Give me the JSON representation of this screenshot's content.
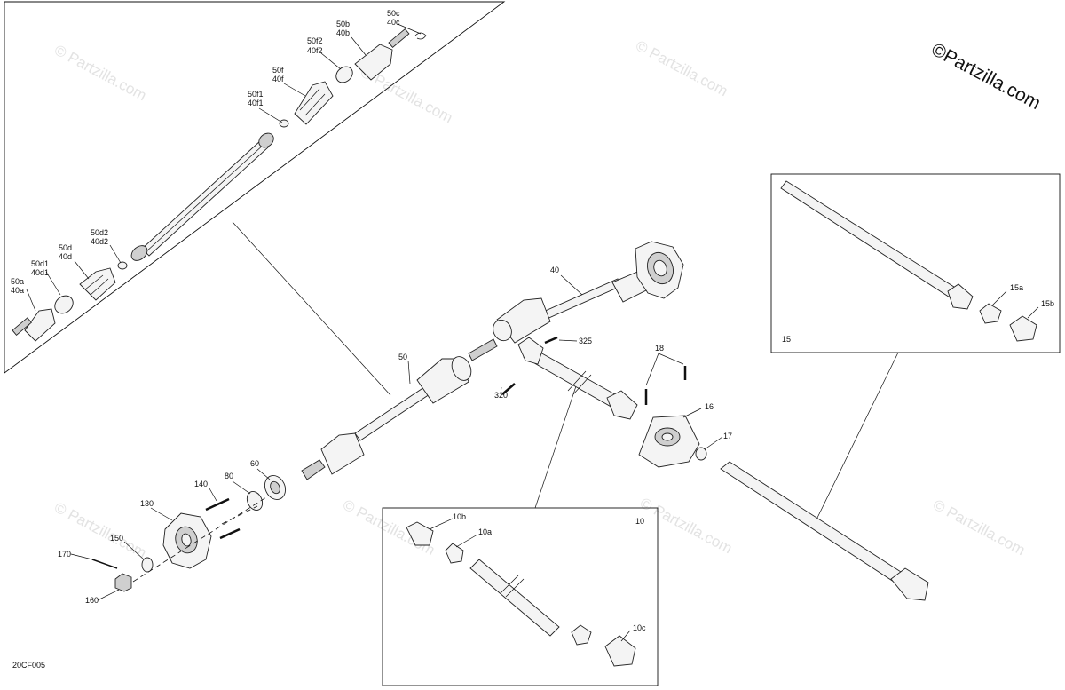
{
  "brand": {
    "text": "©Partzilla.com"
  },
  "watermark": {
    "text": "© Partzilla.com"
  },
  "drawing_code": "20CF005",
  "labels": {
    "c50c": [
      "50c",
      "40c"
    ],
    "c50b": [
      "50b",
      "40b"
    ],
    "c50f2": [
      "50f2",
      "40f2"
    ],
    "c50f": [
      "50f",
      "40f"
    ],
    "c50f1": [
      "50f1",
      "40f1"
    ],
    "c50d2": [
      "50d2",
      "40d2"
    ],
    "c50d": [
      "50d",
      "40d"
    ],
    "c50d1": [
      "50d1",
      "40d1"
    ],
    "c50a": [
      "50a",
      "40a"
    ],
    "c40": "40",
    "c50": "50",
    "c325": "325",
    "c320": "320",
    "c18": "18",
    "c16": "16",
    "c17": "17",
    "c60": "60",
    "c80": "80",
    "c140": "140",
    "c130": "130",
    "c150": "150",
    "c170": "170",
    "c160": "160",
    "c15": "15",
    "c15a": "15a",
    "c15b": "15b",
    "c10": "10",
    "c10a": "10a",
    "c10b": "10b",
    "c10c": "10c"
  }
}
